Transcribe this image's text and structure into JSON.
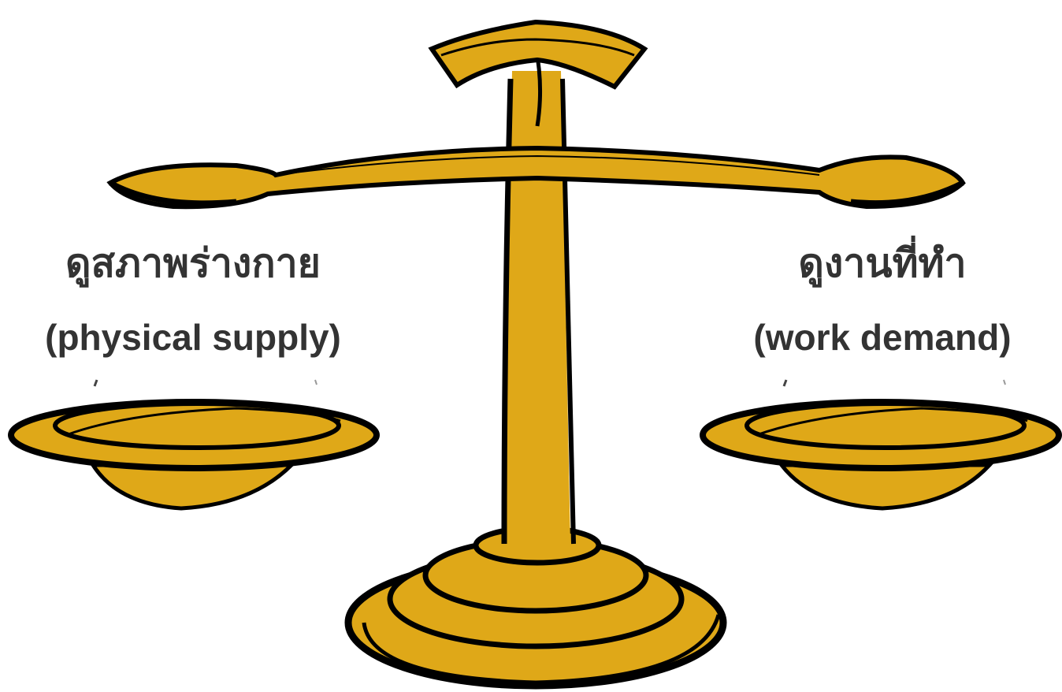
{
  "left_side": {
    "thai_label": "ดูสภาพร่างกาย",
    "english_label": "(physical supply)"
  },
  "right_side": {
    "thai_label": "ดูงานที่ทำ",
    "english_label": "(work demand)"
  },
  "colors": {
    "gold": "#DFA818",
    "outline": "#000000",
    "text": "#333333"
  },
  "icon": "balance-scale-icon"
}
